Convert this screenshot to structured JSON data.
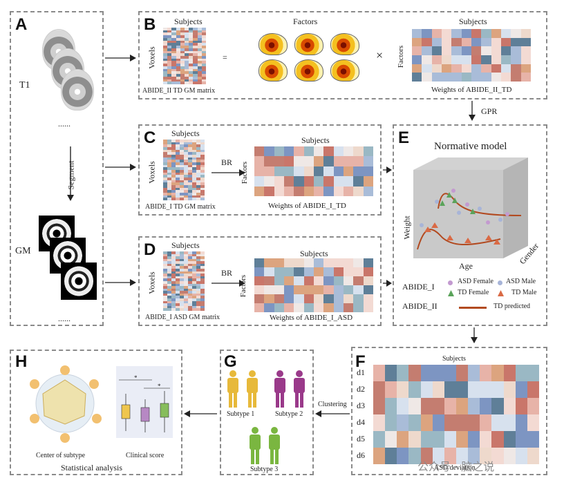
{
  "panels": {
    "A": {
      "label": "A",
      "t1": "T1",
      "dots": "......",
      "segment": "Segment",
      "gm": "GM",
      "dots2": "......"
    },
    "B": {
      "label": "B",
      "subjects": "Subjects",
      "voxels": "Voxels",
      "matrix": "ABIDE_II TD GM matrix",
      "equals": "=",
      "factors_title": "Factors",
      "times": "×",
      "subjects2": "Subjects",
      "factors_axis": "Factors",
      "weights": "Weights of  ABIDE_II_TD"
    },
    "gpr": "GPR",
    "C": {
      "label": "C",
      "subjects": "Subjects",
      "voxels": "Voxels",
      "matrix": "ABIDE_I TD GM matrix",
      "br": "BR",
      "subjects2": "Subjects",
      "factors_axis": "Factors",
      "weights": "Weights of  ABIDE_I_TD"
    },
    "D": {
      "label": "D",
      "subjects": "Subjects",
      "voxels": "Voxels",
      "matrix": "ABIDE_I ASD GM matrix",
      "br": "BR",
      "subjects2": "Subjects",
      "factors_axis": "Factors",
      "weights": "Weights of  ABIDE_I_ASD"
    },
    "E": {
      "label": "E",
      "title": "Normative model",
      "weight": "Weight",
      "age": "Age",
      "gender": "Gender",
      "abide1": "ABIDE_I",
      "abide2": "ABIDE_II",
      "legend": {
        "asd_female": "ASD Female",
        "asd_male": "ASD Male",
        "td_female": "TD Female",
        "td_male": "TD Male",
        "td_predicted": "TD   predicted"
      }
    },
    "F": {
      "label": "F",
      "subjects": "Subjects",
      "rows": [
        "d1",
        "d2",
        "d3",
        "d4",
        "d5",
        "d6"
      ],
      "xlabel": "ASD deviation"
    },
    "clustering": "Clustering",
    "G": {
      "label": "G",
      "subtype1": "Subtype 1",
      "subtype2": "Subtype 2",
      "subtype3": "Subtype 3"
    },
    "H": {
      "label": "H",
      "center": "Center of subtype",
      "clinical": "Clinical score",
      "stat": "Statistical analysis",
      "star": "*"
    }
  },
  "colors": {
    "red": "#b5553a",
    "blue": "#6d88b8",
    "yellow": "#e7b93a",
    "purple": "#9a3a8a",
    "green": "#7ab640",
    "trend": "#b24a20"
  },
  "watermark": "公众号 · 脑之说"
}
